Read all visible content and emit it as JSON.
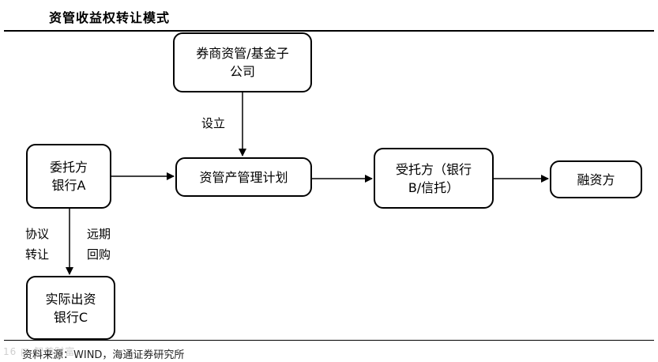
{
  "header": {
    "title": "资管收益权转让模式"
  },
  "nodes": {
    "broker": {
      "line1": "券商资管/基金子",
      "line2": "公司"
    },
    "entrustor": {
      "line1": "委托方",
      "line2": "银行A"
    },
    "plan": {
      "line1": "资管产管理计划"
    },
    "trustee": {
      "line1": "受托方（银行",
      "line2": "B/信托）"
    },
    "financier": {
      "line1": "融资方"
    },
    "investor": {
      "line1": "实际出资",
      "line2": "银行C"
    }
  },
  "edge_labels": {
    "establish": "设立",
    "agreement_line1": "协议",
    "agreement_line2": "转让",
    "forward_line1": "远期",
    "forward_line2": "回购"
  },
  "footer": {
    "source": "资料来源：WIND，海通证券研究所",
    "watermark": "16 □ 智尊财富"
  }
}
